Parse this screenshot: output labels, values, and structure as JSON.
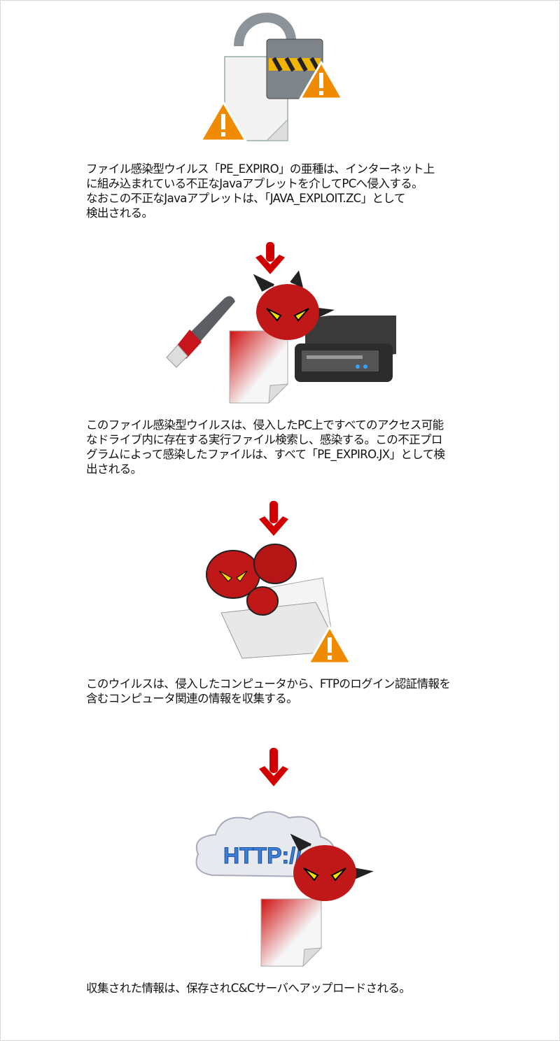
{
  "steps": [
    {
      "lines": [
        "ファイル感染型ウイルス「PE_EXPIRO」の亜種は、インターネット上",
        "に組み込まれている不正なJavaアプレットを介してPCへ侵入する。",
        "なおこの不正なJavaアプレットは、「JAVA_EXPLOIT.ZC」として",
        "検出される。"
      ]
    },
    {
      "lines": [
        "このファイル感染型ウイルスは、侵入したPC上ですべてのアクセス可能",
        "なドライブ内に存在する実行ファイル検索し、感染する。この不正プロ",
        "グラムによって感染したファイルは、すべて「PE_EXPIRO.JX」として検",
        "出される。"
      ]
    },
    {
      "lines": [
        "このウイルスは、侵入したコンピュータから、FTPのログイン認証情報を",
        "含むコンピュータ関連の情報を収集する。"
      ]
    },
    {
      "lines": [
        "収集された情報は、保存されC&Cサーバへアップロードされる。"
      ]
    }
  ],
  "cloud_label": "HTTP://",
  "colors": {
    "arrow": "#d10000",
    "warning": "#f08a00",
    "devil": "#c01818",
    "http_text": "#3a7fd8"
  }
}
